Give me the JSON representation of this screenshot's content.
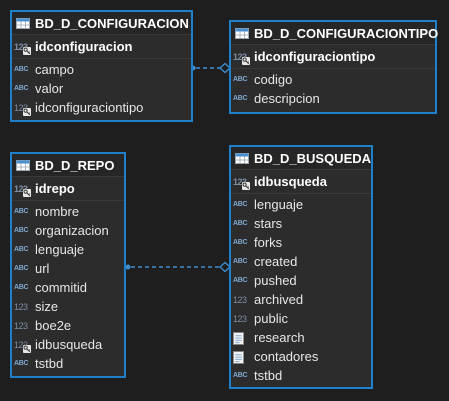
{
  "entities": {
    "configuracion": {
      "name": "BD_D_CONFIGURACION",
      "pk": {
        "name": "idconfiguracion",
        "type": "numeric"
      },
      "columns": [
        {
          "name": "campo",
          "type": "text"
        },
        {
          "name": "valor",
          "type": "text"
        },
        {
          "name": "idconfiguraciontipo",
          "type": "numeric-fk"
        }
      ]
    },
    "configuraciontipo": {
      "name": "BD_D_CONFIGURACIONTIPO",
      "pk": {
        "name": "idconfiguraciontipo",
        "type": "numeric"
      },
      "columns": [
        {
          "name": "codigo",
          "type": "text"
        },
        {
          "name": "descripcion",
          "type": "text"
        }
      ]
    },
    "repo": {
      "name": "BD_D_REPO",
      "pk": {
        "name": "idrepo",
        "type": "numeric"
      },
      "columns": [
        {
          "name": "nombre",
          "type": "text"
        },
        {
          "name": "organizacion",
          "type": "text"
        },
        {
          "name": "lenguaje",
          "type": "text"
        },
        {
          "name": "url",
          "type": "text"
        },
        {
          "name": "commitid",
          "type": "text"
        },
        {
          "name": "size",
          "type": "numeric"
        },
        {
          "name": "boe2e",
          "type": "numeric"
        },
        {
          "name": "idbusqueda",
          "type": "numeric-fk"
        },
        {
          "name": "tstbd",
          "type": "text"
        }
      ]
    },
    "busqueda": {
      "name": "BD_D_BUSQUEDA",
      "pk": {
        "name": "idbusqueda",
        "type": "numeric"
      },
      "columns": [
        {
          "name": "lenguaje",
          "type": "text"
        },
        {
          "name": "stars",
          "type": "text"
        },
        {
          "name": "forks",
          "type": "text"
        },
        {
          "name": "created",
          "type": "text"
        },
        {
          "name": "pushed",
          "type": "text"
        },
        {
          "name": "archived",
          "type": "numeric"
        },
        {
          "name": "public",
          "type": "numeric"
        },
        {
          "name": "research",
          "type": "document"
        },
        {
          "name": "contadores",
          "type": "document"
        },
        {
          "name": "tstbd",
          "type": "text"
        }
      ]
    }
  },
  "relationships": [
    {
      "from": "configuracion",
      "to": "configuraciontipo",
      "style": "dashed"
    },
    {
      "from": "repo",
      "to": "busqueda",
      "style": "dashed"
    }
  ],
  "colors": {
    "background": "#1e1e1e",
    "entity_border": "#1f7fc8",
    "entity_fill": "#2c2c2c",
    "text_type_icon": "#7fa8d0",
    "numeric_type_icon": "#7d8ea3",
    "connector": "#3f8fd0"
  },
  "icons": {
    "table": "table-icon",
    "text": "text-type-icon",
    "numeric": "numeric-type-icon",
    "document": "document-type-icon",
    "key": "key-icon"
  }
}
